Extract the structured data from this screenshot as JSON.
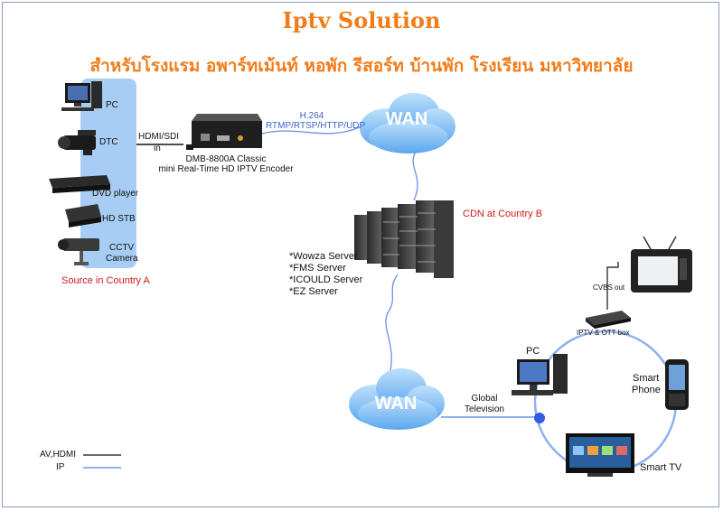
{
  "title": "Iptv Solution",
  "subtitle": "สำหรับโรงแรม อพาร์ทเม้นท์ หอพัก รีสอร์ท บ้านพัก โรงเรียน มหาวิทยาลัย",
  "source": {
    "devices": [
      "PC",
      "DTC",
      "DVD player",
      "HD STB",
      "CCTV",
      "Camera"
    ],
    "caption": "Source in Country A"
  },
  "encoder": {
    "input_label": "HDMI/SDI",
    "input_sub": "in",
    "name_line1": "DMB-8800A Classic",
    "name_line2": "mini Real-Time HD IPTV Encoder"
  },
  "stream": {
    "codec": "H.264",
    "protocols": "RTMP/RTSP/HTTP/UDP"
  },
  "wan_label": "WAN",
  "cdn": {
    "label": "CDN at Country B",
    "servers": [
      "*Wowza Server",
      "*FMS Server",
      "*ICOULD Server",
      "*EZ Server"
    ]
  },
  "clients": {
    "global_line1": "Global",
    "global_line2": "Television",
    "pc": "PC",
    "box": "IPTV & OTT box",
    "cvbs": "CVBS out",
    "phone_line1": "Smart",
    "phone_line2": "Phone",
    "tv": "Smart TV"
  },
  "legend": {
    "av": "AV,HDMI",
    "ip": "IP"
  },
  "colors": {
    "title": "#f07d1a",
    "caption_red": "#d01818",
    "ip_line": "#8fb0f0",
    "panel": "#a8cdf4",
    "cloud": "#8ec4f4"
  }
}
